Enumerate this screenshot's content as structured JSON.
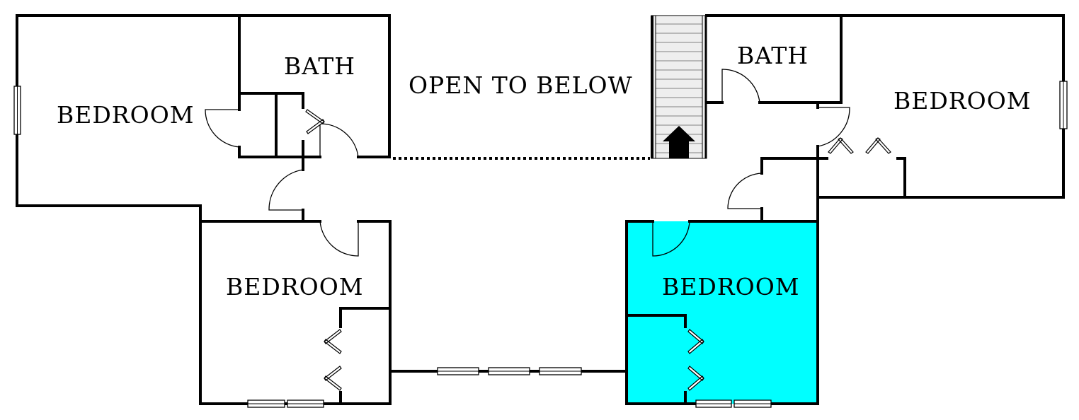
{
  "rooms": {
    "bedroom_top_left": "BEDROOM",
    "bath_left": "BATH",
    "open_to_below": "OPEN TO BELOW",
    "bath_right": "BATH",
    "bedroom_top_right": "BEDROOM",
    "bedroom_bottom_left": "BEDROOM",
    "bedroom_highlighted": "BEDROOM"
  },
  "colors": {
    "highlight": "#00FFFF",
    "stairs": "#eeeeee",
    "walls": "#000000"
  }
}
